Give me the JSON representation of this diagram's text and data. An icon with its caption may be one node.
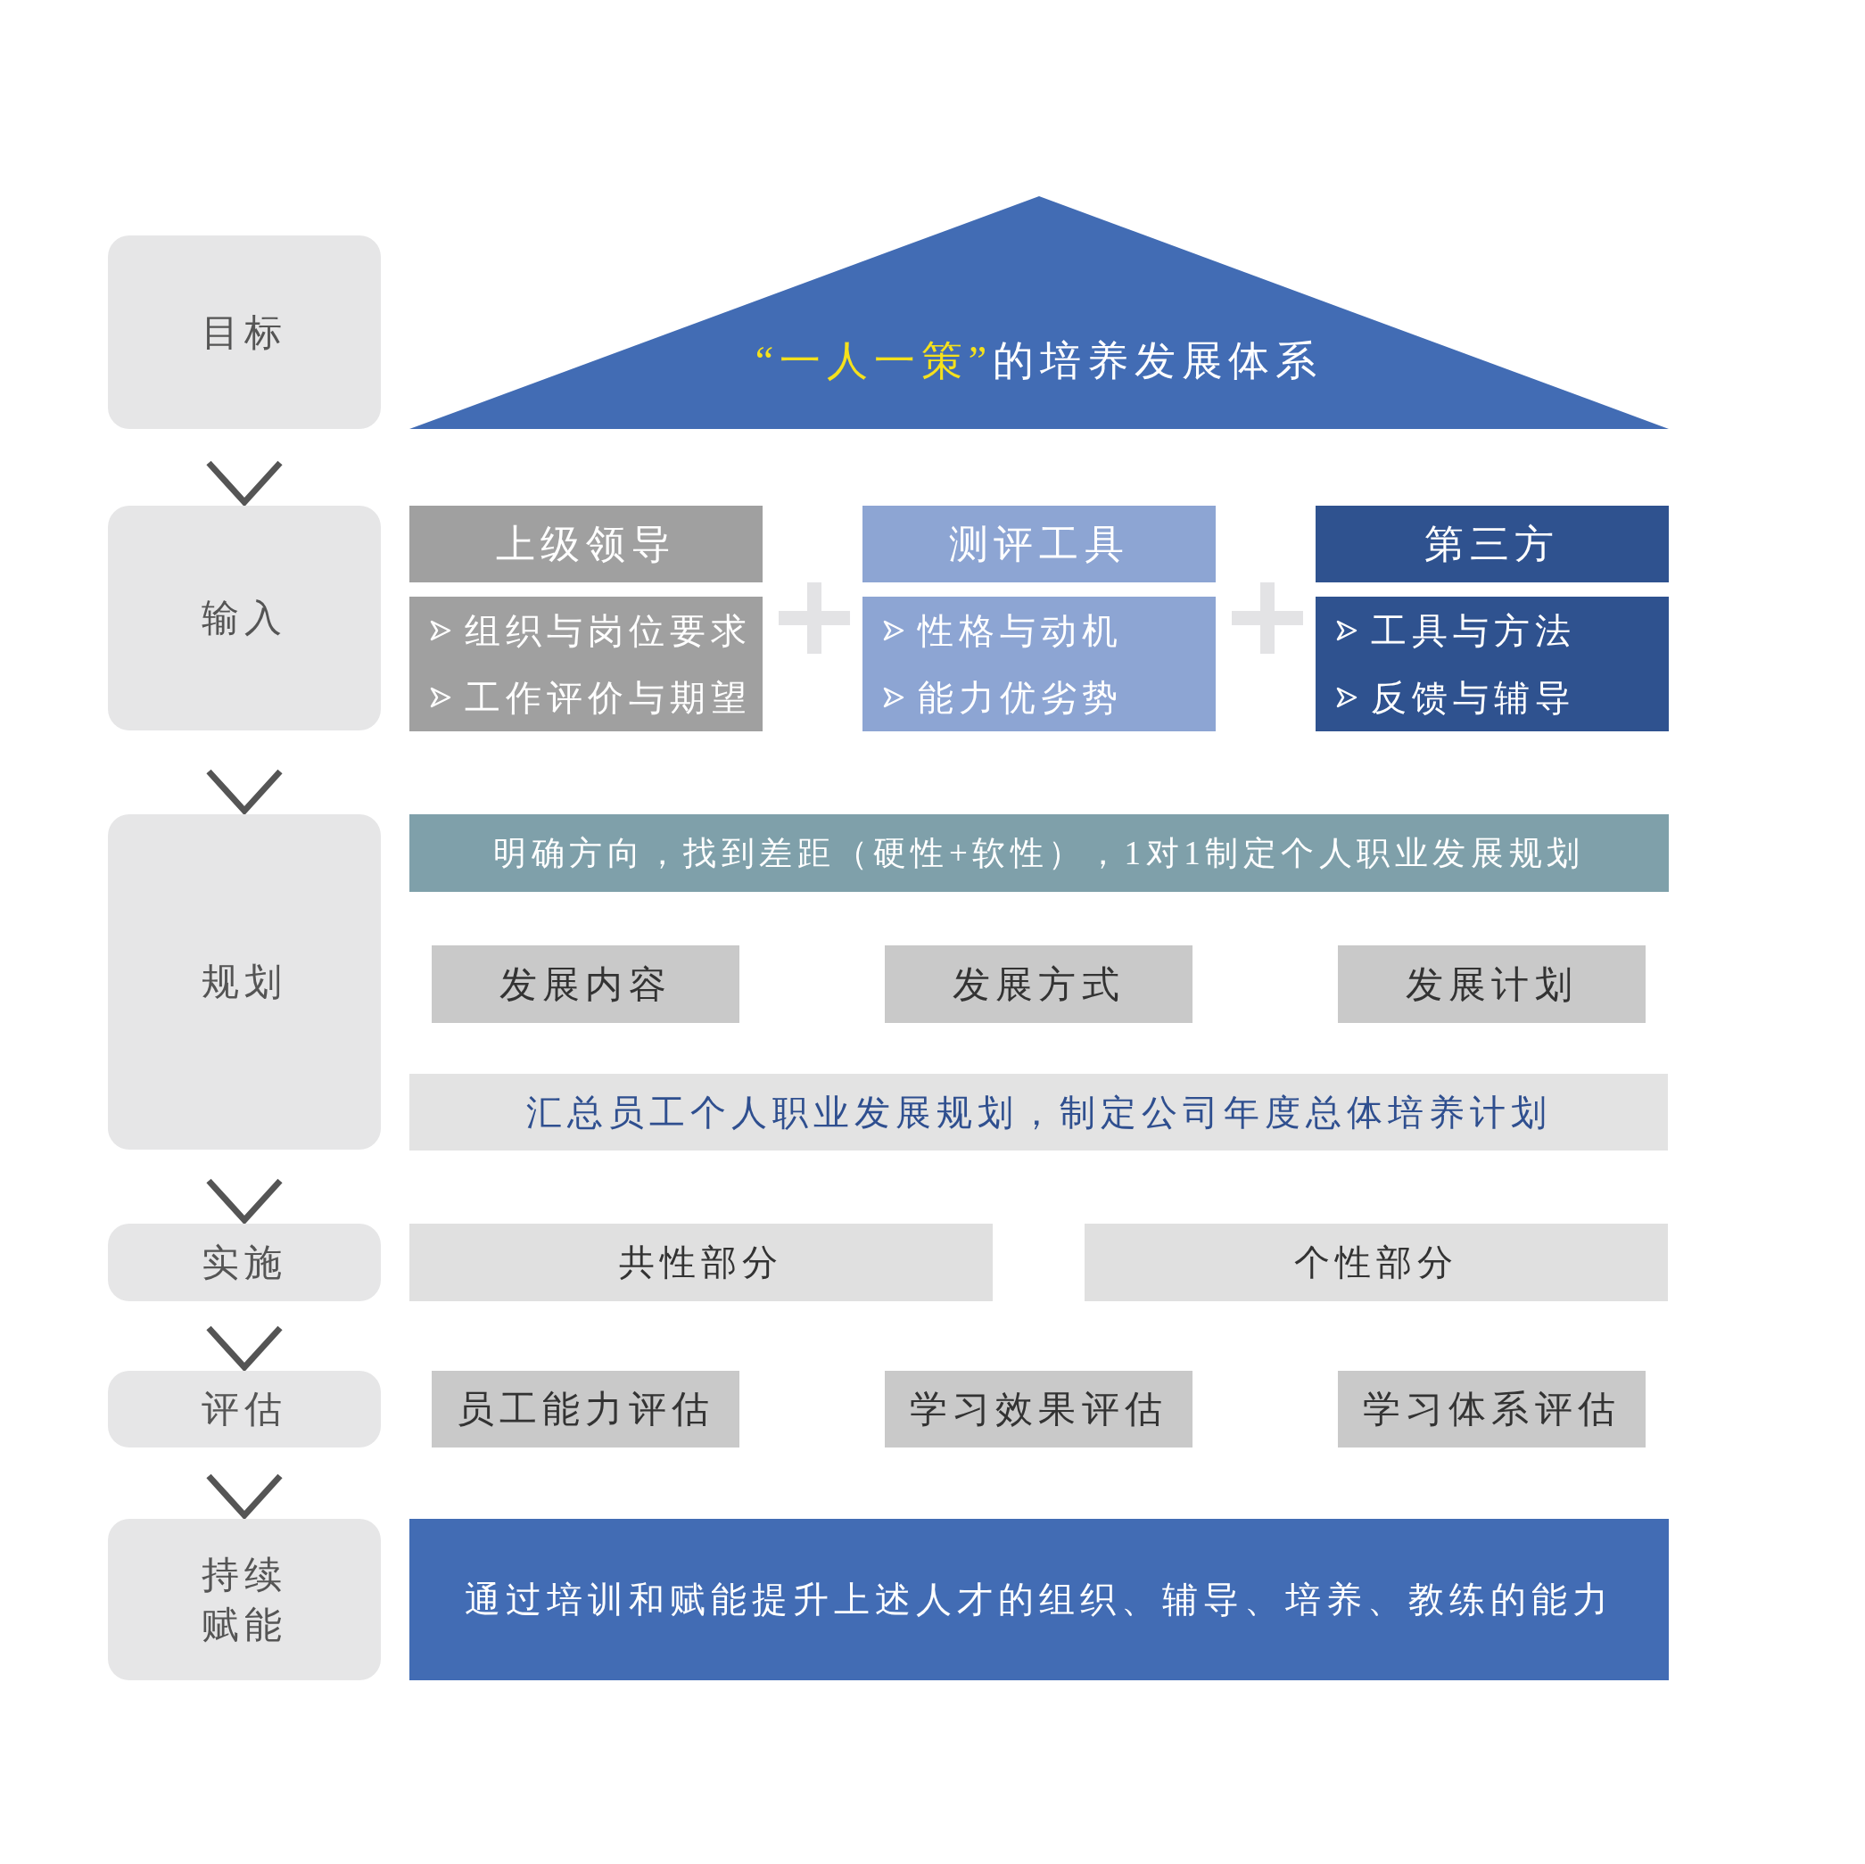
{
  "diagram": {
    "nodes": [
      {
        "text": [
          "目标"
        ]
      },
      {
        "text": [
          "**“一人一策”**的培养发展体系"
        ]
      },
      {
        "text": [
          "输入"
        ]
      },
      {
        "text": [
          "上级领导"
        ]
      },
      {
        "text": [
          "组织与岗位要求",
          "工作评价与期望"
        ]
      },
      {
        "text": [
          "测评工具"
        ]
      },
      {
        "text": [
          "性格与动机",
          "能力优劣势"
        ]
      },
      {
        "text": [
          "第三方"
        ]
      },
      {
        "text": [
          "工具与方法",
          "反馈与辅导"
        ]
      },
      {
        "text": [
          "规划"
        ]
      },
      {
        "text": [
          "明确方向，找到差距（硬性+软性），1对1制定个人职业发展规划"
        ]
      },
      {
        "text": [
          "发展内容"
        ]
      },
      {
        "text": [
          "发展方式"
        ]
      },
      {
        "text": [
          "发展计划"
        ]
      },
      {
        "text": [
          "汇总员工个人职业发展规划，制定公司年度总体培养计划"
        ]
      },
      {
        "text": [
          "实施"
        ]
      },
      {
        "text": [
          "共性部分"
        ]
      },
      {
        "text": [
          "个性部分"
        ]
      },
      {
        "text": [
          "评估"
        ]
      },
      {
        "text": [
          "员工能力评估"
        ]
      },
      {
        "text": [
          "学习效果评估"
        ]
      },
      {
        "text": [
          "学习体系评估"
        ]
      },
      {
        "text": [
          "持续赋能"
        ]
      },
      {
        "text": [
          "通过培训和赋能提升上述人才的组织、辅导、培养、教练的能力"
        ]
      }
    ],
    "edges": [
      {
        "from": 0,
        "to": 2,
        "arrow": "to"
      },
      {
        "from": 2,
        "to": 9,
        "arrow": "to"
      },
      {
        "from": 9,
        "to": 15,
        "arrow": "to"
      },
      {
        "from": 15,
        "to": 18,
        "arrow": "to"
      },
      {
        "from": 18,
        "to": 22,
        "arrow": "to"
      }
    ]
  }
}
